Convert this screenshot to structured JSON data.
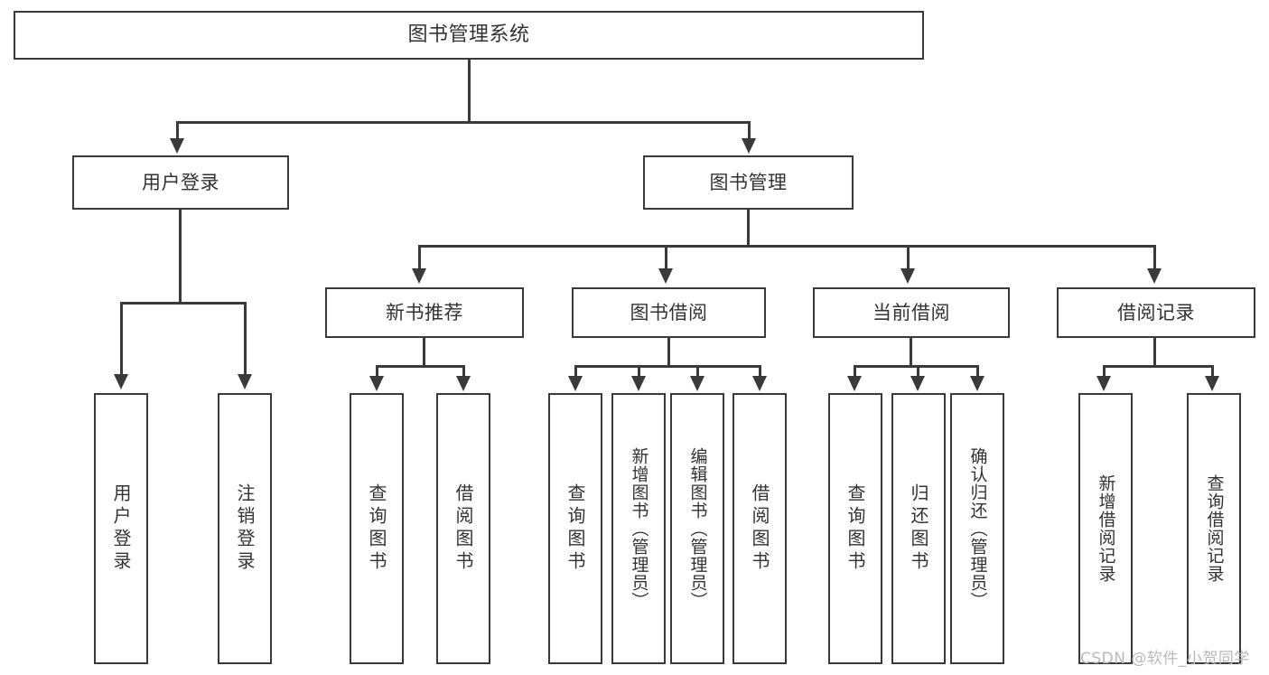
{
  "diagram": {
    "title": "图书管理系统",
    "type": "tree-hierarchy",
    "root": {
      "label": "图书管理系统"
    },
    "level1": [
      {
        "label": "用户登录"
      },
      {
        "label": "图书管理"
      }
    ],
    "level2": [
      {
        "label": "新书推荐"
      },
      {
        "label": "图书借阅"
      },
      {
        "label": "当前借阅"
      },
      {
        "label": "借阅记录"
      }
    ],
    "leaves": {
      "user_login": [
        {
          "label": "用户登录"
        },
        {
          "label": "注销登录"
        }
      ],
      "new_book_recommend": [
        {
          "label": "查询图书"
        },
        {
          "label": "借阅图书"
        }
      ],
      "book_borrow": [
        {
          "label": "查询图书"
        },
        {
          "label": "新增图书（管理员）"
        },
        {
          "label": "编辑图书（管理员）"
        },
        {
          "label": "借阅图书"
        }
      ],
      "current_borrow": [
        {
          "label": "查询图书"
        },
        {
          "label": "归还图书"
        },
        {
          "label": "确认归还（管理员）"
        }
      ],
      "borrow_record": [
        {
          "label": "新增借阅记录"
        },
        {
          "label": "查询借阅记录"
        }
      ]
    }
  },
  "watermark": {
    "text": "CSDN @软件_小贺同学"
  },
  "colors": {
    "line": "#3a3a3a",
    "box_border": "#3a3a3a",
    "box_fill": "#ffffff",
    "text": "#333333",
    "watermark": "#b9b9b9",
    "background": "#ffffff"
  }
}
